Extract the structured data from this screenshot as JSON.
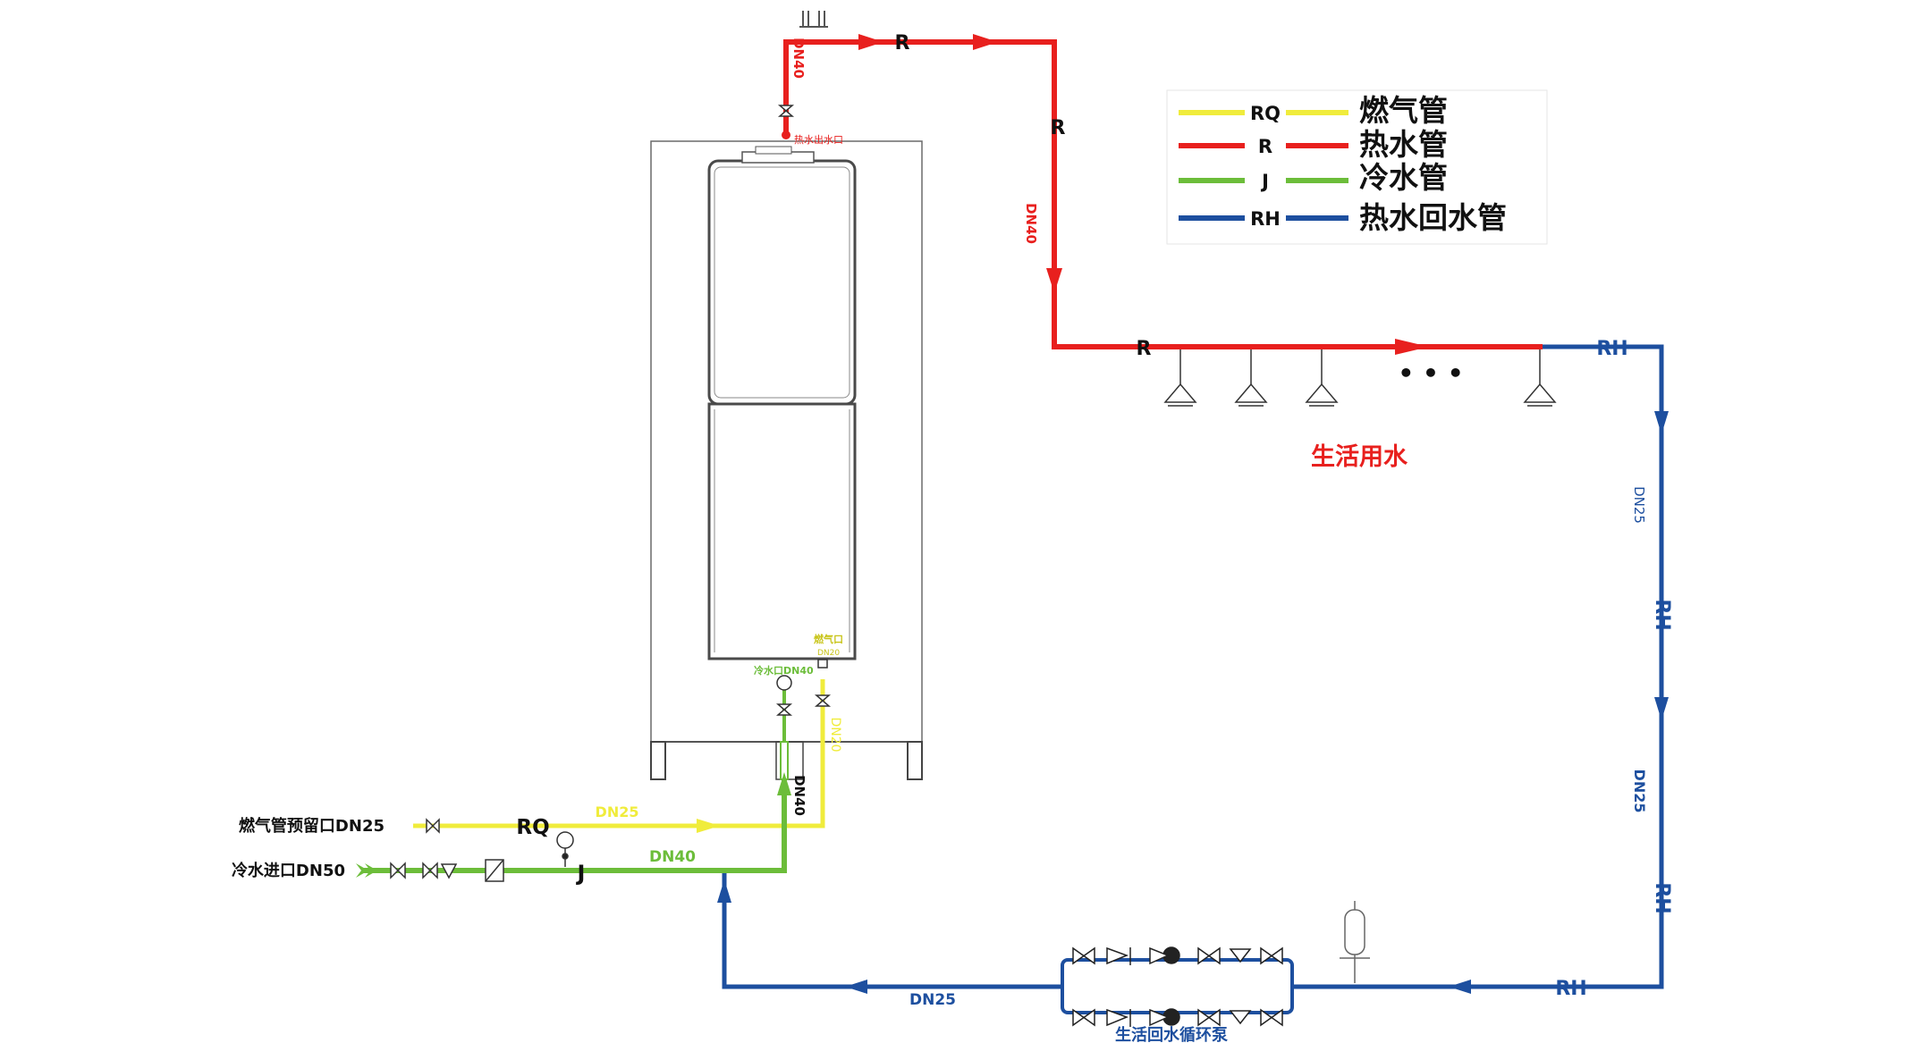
{
  "colors": {
    "gas": "#f0ec3c",
    "hot": "#e8201e",
    "cold": "#6cbd3a",
    "return": "#1d4f9f",
    "text": "#111111",
    "device": "#555555"
  },
  "legend": [
    {
      "code": "RQ",
      "name": "燃气管",
      "color_key": "gas"
    },
    {
      "code": "R",
      "name": "热水管",
      "color_key": "hot"
    },
    {
      "code": "J",
      "name": "冷水管",
      "color_key": "cold"
    },
    {
      "code": "RH",
      "name": "热水回水管",
      "color_key": "return"
    }
  ],
  "labels": {
    "domestic_water": "生活用水",
    "circ_pump": "生活回水循环泵",
    "gas_reserve": "燃气管预留口DN25",
    "cold_inlet": "冷水进口DN50",
    "cold_port": "冷水口DN40",
    "gas_port": "燃气口",
    "gas_port_size": "DN20",
    "hot_port": "热水出水口",
    "ellipsis": "• • •"
  },
  "pipe_labels": {
    "r_top": "R",
    "r_vertical": "R",
    "r_branch": "R",
    "dn40_top": "DN40",
    "dn40_right": "DN40",
    "rh_top": "RH",
    "dn25_upper": "DN25",
    "rh_mid1": "RH",
    "dn25_lower": "DN25",
    "rh_mid2": "RH",
    "rh_bottom": "RH",
    "dn25_return": "DN25",
    "rq": "RQ",
    "j": "J",
    "dn25_gas": "DN25",
    "dn40_cold": "DN40",
    "dn20_gas": "DN20",
    "dn40_cold_vertical": "DN40"
  }
}
